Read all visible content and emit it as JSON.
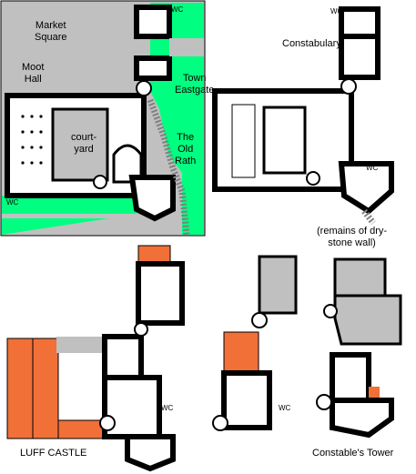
{
  "labels": {
    "market_square": [
      "Market",
      "Square"
    ],
    "moot_hall": [
      "Moot",
      "Hall"
    ],
    "courtyard": [
      "court-",
      "yard"
    ],
    "town_eastgate": [
      "Town",
      "Eastgate"
    ],
    "old_rath": [
      "The",
      "Old",
      "Rath"
    ],
    "constabulary": "Constabulary",
    "remains": [
      "(remains of dry-",
      "stone wall)"
    ],
    "luff_castle": "LUFF CASTLE",
    "constables_tower": "Constable's Tower"
  },
  "wc_label": "WC",
  "colors": {
    "wall": "#000000",
    "grey_fill": "#c0c0c0",
    "green": "#00ff80",
    "roof_orange": "#f07038",
    "floor": "#ffffff"
  }
}
